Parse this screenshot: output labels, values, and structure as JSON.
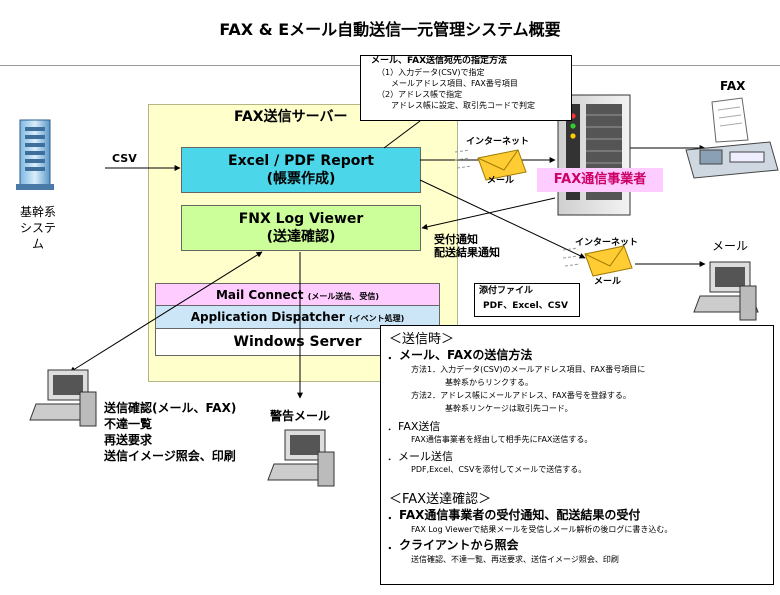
{
  "title": "FAX & Eメール自動送信一元管理システム概要",
  "core_system": {
    "line1": "基幹系",
    "line2": "システム"
  },
  "csv_label": "CSV",
  "server": {
    "label": "FAX送信サーバー",
    "excel": {
      "line1": "Excel / PDF Report",
      "line2": "(帳票作成)"
    },
    "fnx": {
      "line1": "FNX Log Viewer",
      "line2": "(送達確認)"
    },
    "mail_connect": {
      "name": "Mail Connect",
      "sub": "(メール送信、受信)"
    },
    "app_dispatcher": {
      "name": "Application Dispatcher",
      "sub": "(イベント処理)"
    },
    "windows": "Windows Server"
  },
  "note": {
    "title": "メール、FAX送信宛先の指定方法",
    "lines": [
      "（1）入力データ(CSV)で指定",
      "メールアドレス項目、FAX番号項目",
      "（2）アドレス帳で指定",
      "アドレス帳に設定、取引先コードで判定"
    ]
  },
  "internet1": {
    "top": "インターネット",
    "bottom": "メール"
  },
  "internet2": {
    "top": "インターネット",
    "bottom": "メール"
  },
  "fax_label": "FAX",
  "fax_provider": "FAX通信事業者",
  "mail_label": "メール",
  "notify": {
    "line1": "受付通知",
    "line2": "配送結果通知"
  },
  "attach": {
    "line1": "添付ファイル",
    "line2": "PDF、Excel、CSV"
  },
  "client_tasks": [
    "送信確認(メール、FAX)",
    "不達一覧",
    "再送要求",
    "送信イメージ照会、印刷"
  ],
  "warning_mail": "警告メール",
  "info": {
    "send_header": "＜送信時＞",
    "s1_title": "．メール、FAXの送信方法",
    "s1_l1": "方法1．入力データ(CSV)のメールアドレス項目、FAX番号項目に",
    "s1_l2": "基幹系からリンクする。",
    "s1_l3": "方法2．アドレス帳にメールアドレス、FAX番号を登録する。",
    "s1_l4": "基幹系リンケージは取引先コード。",
    "s2_title": "．FAX送信",
    "s2_l1": "FAX通信事業者を経由して相手先にFAX送信する。",
    "s3_title": "．メール送信",
    "s3_l1": "PDF,Excel、CSVを添付してメールで送信する。",
    "confirm_header": "＜FAX送達確認＞",
    "c1_title": "．FAX通信事業者の受付通知、配送結果の受付",
    "c1_l1": "FAX Log Viewerで結果メールを受信しメール解析の後ログに書き込む。",
    "c2_title": "．クライアントから照会",
    "c2_l1": "送信確認、不達一覧、再送要求、送信イメージ照会、印刷"
  }
}
